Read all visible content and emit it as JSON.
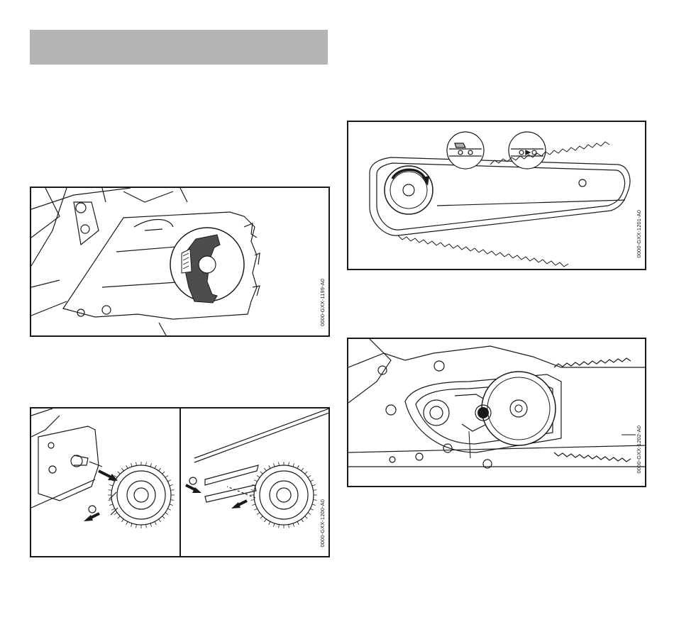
{
  "figures": [
    {
      "id": "fig1",
      "code": "0000-GXX-1199-A0"
    },
    {
      "id": "fig2",
      "code": "0000-GXX-1200-A0"
    },
    {
      "id": "fig3",
      "code": "0000-GXX-1201-A0"
    },
    {
      "id": "fig4",
      "code": "0000-GXX-1202-A0"
    }
  ],
  "colors": {
    "header_bar": "#b3b3b3",
    "ink": "#1a1a1a",
    "dark_fill": "#4d4d4d"
  },
  "icons": [
    "arrow-icon",
    "rotation-arrow-icon"
  ]
}
